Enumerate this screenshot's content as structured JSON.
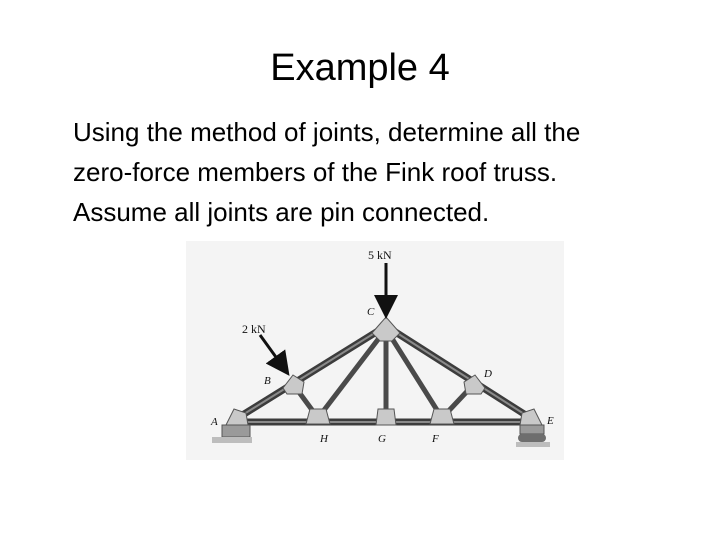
{
  "slide": {
    "title": "Example 4",
    "body_lines": [
      "Using the method of joints, determine all the",
      "zero-force members of the Fink roof truss.",
      "Assume all joints are pin connected."
    ]
  },
  "figure": {
    "loads": {
      "top": "5 kN",
      "left": "2 kN"
    },
    "joints": {
      "A": "A",
      "B": "B",
      "C": "C",
      "D": "D",
      "E": "E",
      "F": "F",
      "G": "G",
      "H": "H"
    }
  }
}
